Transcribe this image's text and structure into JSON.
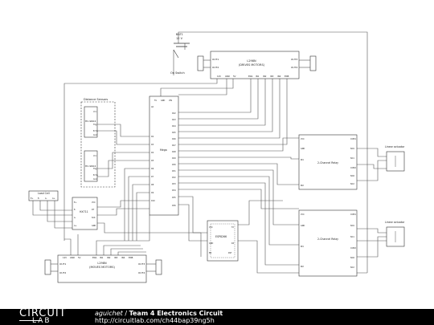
{
  "schematic": {
    "battery": {
      "ref": "BAT1",
      "value": "12 V"
    },
    "switch": {
      "label": "On Switch"
    },
    "driver_top": {
      "title": "L298N",
      "subtitle": "(DRIVES MOTORS)",
      "pin_out1": "OUT1",
      "pin_out2": "OUT2",
      "pin_out3": "OUT3",
      "pin_out4": "OUT4",
      "pins_bottom": [
        "12V",
        "GND",
        "5V",
        "ENA",
        "IN1",
        "IN2",
        "IN3",
        "IN4",
        "ENB"
      ]
    },
    "driver_bottom": {
      "title": "L298N",
      "subtitle": "(MOVES MOTORS)",
      "pin_out1": "OUT1",
      "pin_out2": "OUT2",
      "pin_out3": "OUT3",
      "pin_out4": "OUT4",
      "pins_top": [
        "12V",
        "GND",
        "5V",
        "ENA",
        "IN1",
        "IN2",
        "IN3",
        "IN4",
        "ENB"
      ]
    },
    "distance_group": {
      "label": "Distance Sensors"
    },
    "sensor1": {
      "name": "HC-SR04",
      "pins": [
        "Vcc",
        "Trig",
        "Echo",
        "Gnd"
      ]
    },
    "sensor2": {
      "name": "HC-SR04",
      "pins": [
        "Vcc",
        "Trig",
        "Echo",
        "Gnd"
      ]
    },
    "load_cell": {
      "label": "Load Cell",
      "pins": [
        "E+",
        "E-",
        "A-",
        "A+"
      ]
    },
    "hx711": {
      "name": "HX711",
      "pins_left": [
        "E+",
        "E-",
        "A-",
        "A+"
      ],
      "pins_right": [
        "VCC",
        "DT",
        "SCK",
        "GND"
      ]
    },
    "mega": {
      "name": "Mega",
      "pins_top": [
        "5V",
        "GND",
        "VIN"
      ],
      "pins_left": [
        "A0",
        "D2",
        "D3",
        "D4",
        "D5",
        "D6",
        "D7",
        "D8",
        "D9",
        "D10"
      ],
      "pins_right": [
        "D22",
        "D23",
        "D24",
        "D25",
        "D26",
        "D27",
        "D28",
        "D29",
        "D30",
        "D31",
        "D32",
        "D33",
        "D34",
        "D35",
        "D36"
      ]
    },
    "esp": {
      "name": "ESP8266",
      "pins": [
        "VCC",
        "GND",
        "TX",
        "RX",
        "EN",
        "RST"
      ]
    },
    "relay1": {
      "name": "2-Channel Relay",
      "pins_left": [
        "VCC",
        "GND",
        "IN1",
        "IN2"
      ],
      "pins_right": [
        "COM1",
        "NO1",
        "NC1",
        "COM2",
        "NO2",
        "NC2"
      ]
    },
    "relay2": {
      "name": "2-Channel Relay",
      "pins_left": [
        "VCC",
        "GND",
        "IN1",
        "IN2"
      ],
      "pins_right": [
        "COM1",
        "NO1",
        "NC1",
        "COM2",
        "NO2",
        "NC2"
      ]
    },
    "actuator1": {
      "label": "Linear actuator"
    },
    "actuator2": {
      "label": "Linear actuator"
    }
  },
  "footer": {
    "logo_top": "CIRCUIT",
    "logo_bottom": "LAB",
    "author": "aguichet",
    "separator": " / ",
    "title": "Team 4 Electronics Circuit",
    "url": "http://circuitlab.com/ch44bap39ng5h"
  }
}
